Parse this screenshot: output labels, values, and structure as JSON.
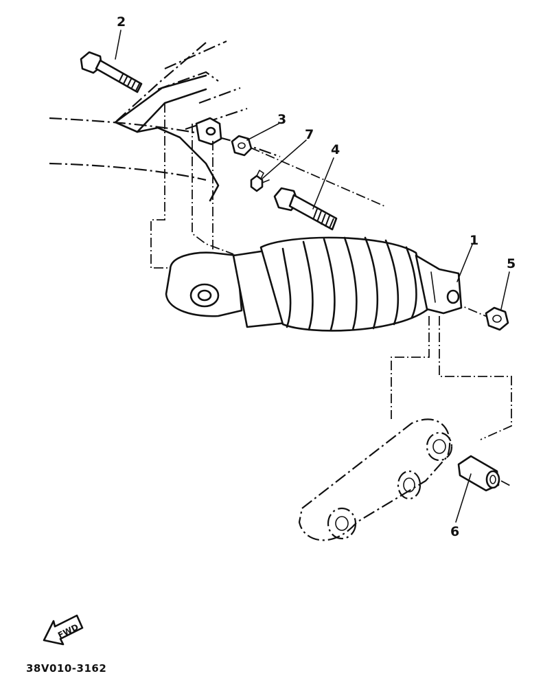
{
  "callouts": [
    {
      "id": "1",
      "label": "1"
    },
    {
      "id": "2",
      "label": "2"
    },
    {
      "id": "3",
      "label": "3"
    },
    {
      "id": "4",
      "label": "4"
    },
    {
      "id": "5",
      "label": "5"
    },
    {
      "id": "6",
      "label": "6"
    },
    {
      "id": "7",
      "label": "7"
    }
  ],
  "direction_badge": {
    "label": "FWD"
  },
  "drawing_code": "38V010-3162"
}
